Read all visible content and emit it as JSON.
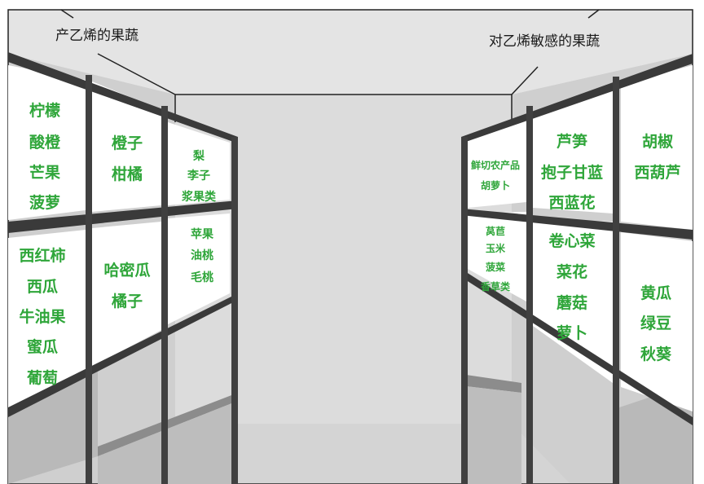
{
  "titles": {
    "left": "产乙烯的果蔬",
    "right": "对乙烯敏感的果蔬"
  },
  "left_shelf": {
    "top_row": [
      [
        "柠檬",
        "酸橙",
        "芒果",
        "菠萝"
      ],
      [
        "橙子",
        "柑橘"
      ],
      [
        "梨",
        "李子",
        "浆果类"
      ]
    ],
    "bottom_row": [
      [
        "西红柿",
        "西瓜",
        "牛油果",
        "蜜瓜",
        "葡萄"
      ],
      [
        "哈密瓜",
        "橘子"
      ],
      [
        "苹果",
        "油桃",
        "毛桃"
      ]
    ]
  },
  "right_shelf": {
    "top_row": [
      [
        "鲜切农产品",
        "胡萝卜"
      ],
      [
        "芦笋",
        "抱子甘蓝",
        "西蓝花"
      ],
      [
        "胡椒",
        "西葫芦"
      ]
    ],
    "bottom_row": [
      [
        "莴苣",
        "玉米",
        "菠菜",
        "香草类"
      ],
      [
        "卷心菜",
        "菜花",
        "蘑菇",
        "萝卜"
      ],
      [
        "黄瓜",
        "绿豆",
        "秋葵"
      ]
    ]
  },
  "colors": {
    "label_green": "#2fa63a",
    "wall_gray": "#d9d9d9",
    "floor_gray": "#dcdcdc",
    "shelf_dark": "#3a3a3a"
  }
}
